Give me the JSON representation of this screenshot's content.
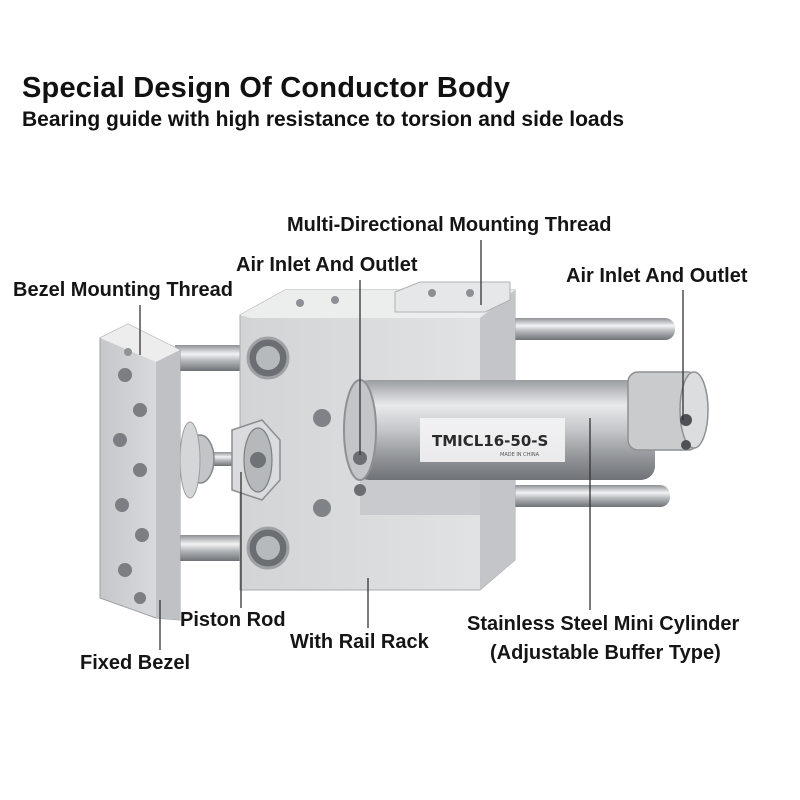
{
  "heading": {
    "title": "Special Design Of Conductor Body",
    "subtitle": "Bearing guide with high resistance to torsion and side loads"
  },
  "labels": {
    "multi_directional_mounting_thread": "Multi-Directional Mounting Thread",
    "air_inlet_outlet_left": "Air Inlet And Outlet",
    "air_inlet_outlet_right": "Air Inlet And Outlet",
    "bezel_mounting_thread": "Bezel Mounting Thread",
    "piston_rod": "Piston Rod",
    "with_rail_rack": "With Rail Rack",
    "stainless_cylinder_line1": "Stainless Steel Mini Cylinder",
    "stainless_cylinder_line2": "(Adjustable Buffer Type)",
    "fixed_bezel": "Fixed Bezel"
  },
  "cylinder": {
    "model": "TMICL16-50-S",
    "small_print": "MADE IN CHINA"
  },
  "colors": {
    "aluminum": "#d9dadc",
    "aluminum_dark": "#b8babd",
    "steel": "#c9cacc",
    "text": "#111111"
  }
}
